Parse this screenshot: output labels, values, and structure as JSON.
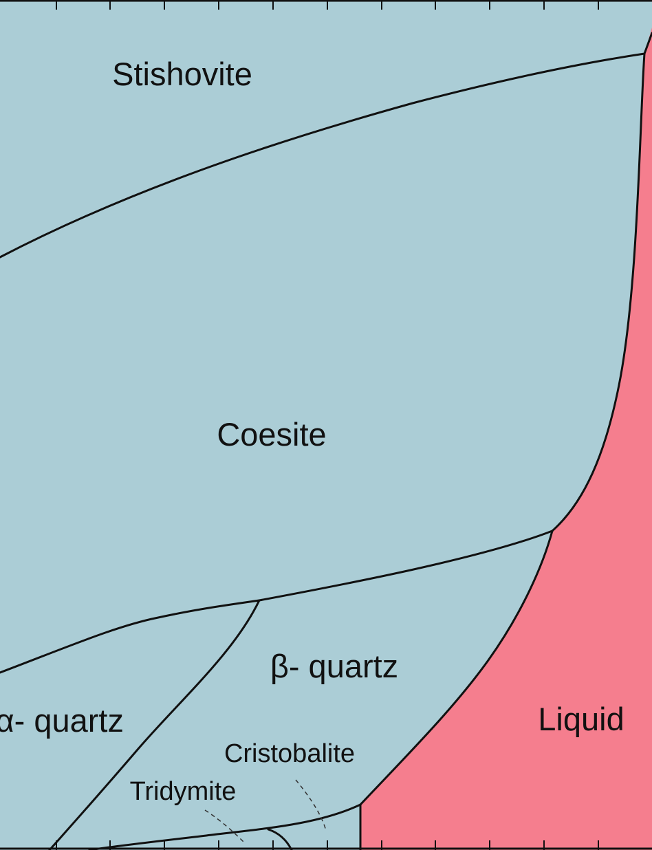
{
  "diagram": {
    "colors": {
      "solid_phase": "#abcdd6",
      "liquid_phase": "#f57e8e",
      "boundary": "#111111",
      "leader": "#333333"
    },
    "labels": {
      "stishovite": "Stishovite",
      "coesite": "Coesite",
      "beta_quartz": "β- quartz",
      "alpha_quartz": "α- quartz",
      "liquid": "Liquid",
      "cristobalite": "Cristobalite",
      "tridymite": "Tridymite"
    }
  }
}
